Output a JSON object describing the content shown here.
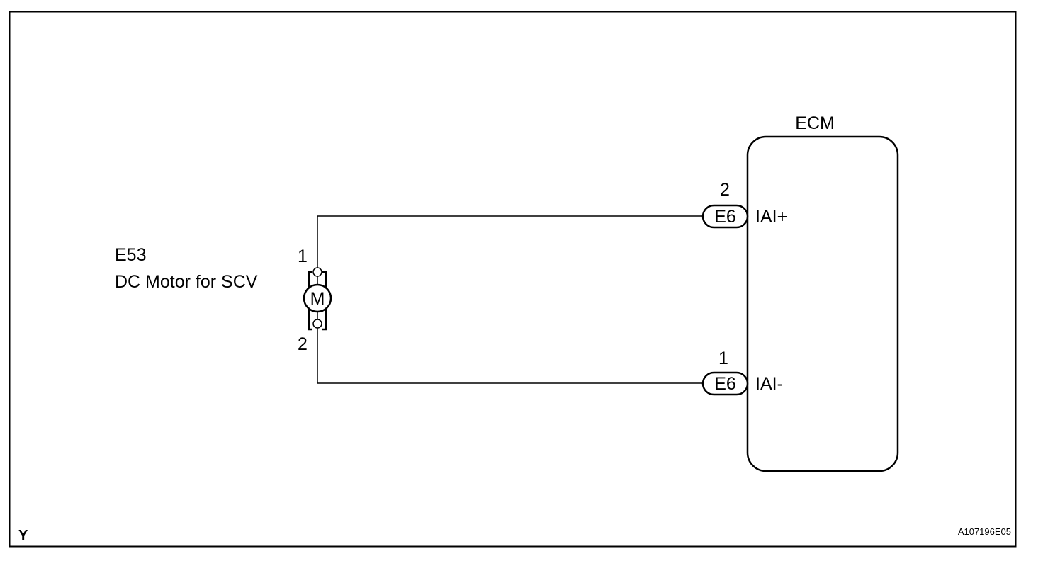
{
  "component": {
    "code": "E53",
    "name": "DC Motor for SCV",
    "symbol": "M",
    "pins": {
      "top": "1",
      "bottom": "2"
    }
  },
  "ecm": {
    "title": "ECM",
    "terminals": [
      {
        "pin": "2",
        "connector": "E6",
        "signal": "IAI+"
      },
      {
        "pin": "1",
        "connector": "E6",
        "signal": "IAI-"
      }
    ]
  },
  "corner_label": "Y",
  "figure_id": "A107196E05",
  "colors": {
    "line": "#000000",
    "background": "#ffffff"
  }
}
